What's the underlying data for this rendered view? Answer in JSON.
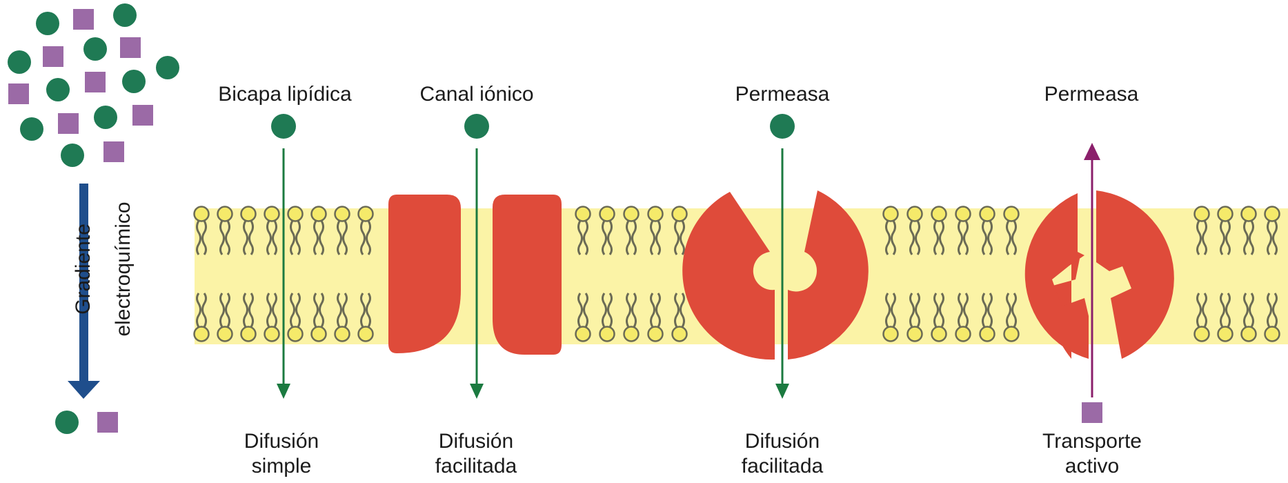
{
  "title_labels": {
    "bilayer": "Bicapa lipídica",
    "channel": "Canal iónico",
    "permease1": "Permeasa",
    "permease2": "Permeasa"
  },
  "bottom_labels": {
    "simple": [
      "Difusión",
      "simple"
    ],
    "facilitated1": [
      "Difusión",
      "facilitada"
    ],
    "facilitated2": [
      "Difusión",
      "facilitada"
    ],
    "active": [
      "Transporte",
      "activo"
    ]
  },
  "gradient_label": [
    "Gradiente",
    "electroquímico"
  ],
  "colors": {
    "membrane_band": "#fbf3a6",
    "lipid_head": "#f5ea6a",
    "lipid_outline": "#6b6b55",
    "protein": "#df4b3a",
    "green_molecule": "#1f7a54",
    "purple_molecule": "#9b6aa6",
    "green_arrow": "#1b7a40",
    "purple_arrow": "#8b1f6b",
    "gradient_arrow": "#1f4e8c"
  }
}
